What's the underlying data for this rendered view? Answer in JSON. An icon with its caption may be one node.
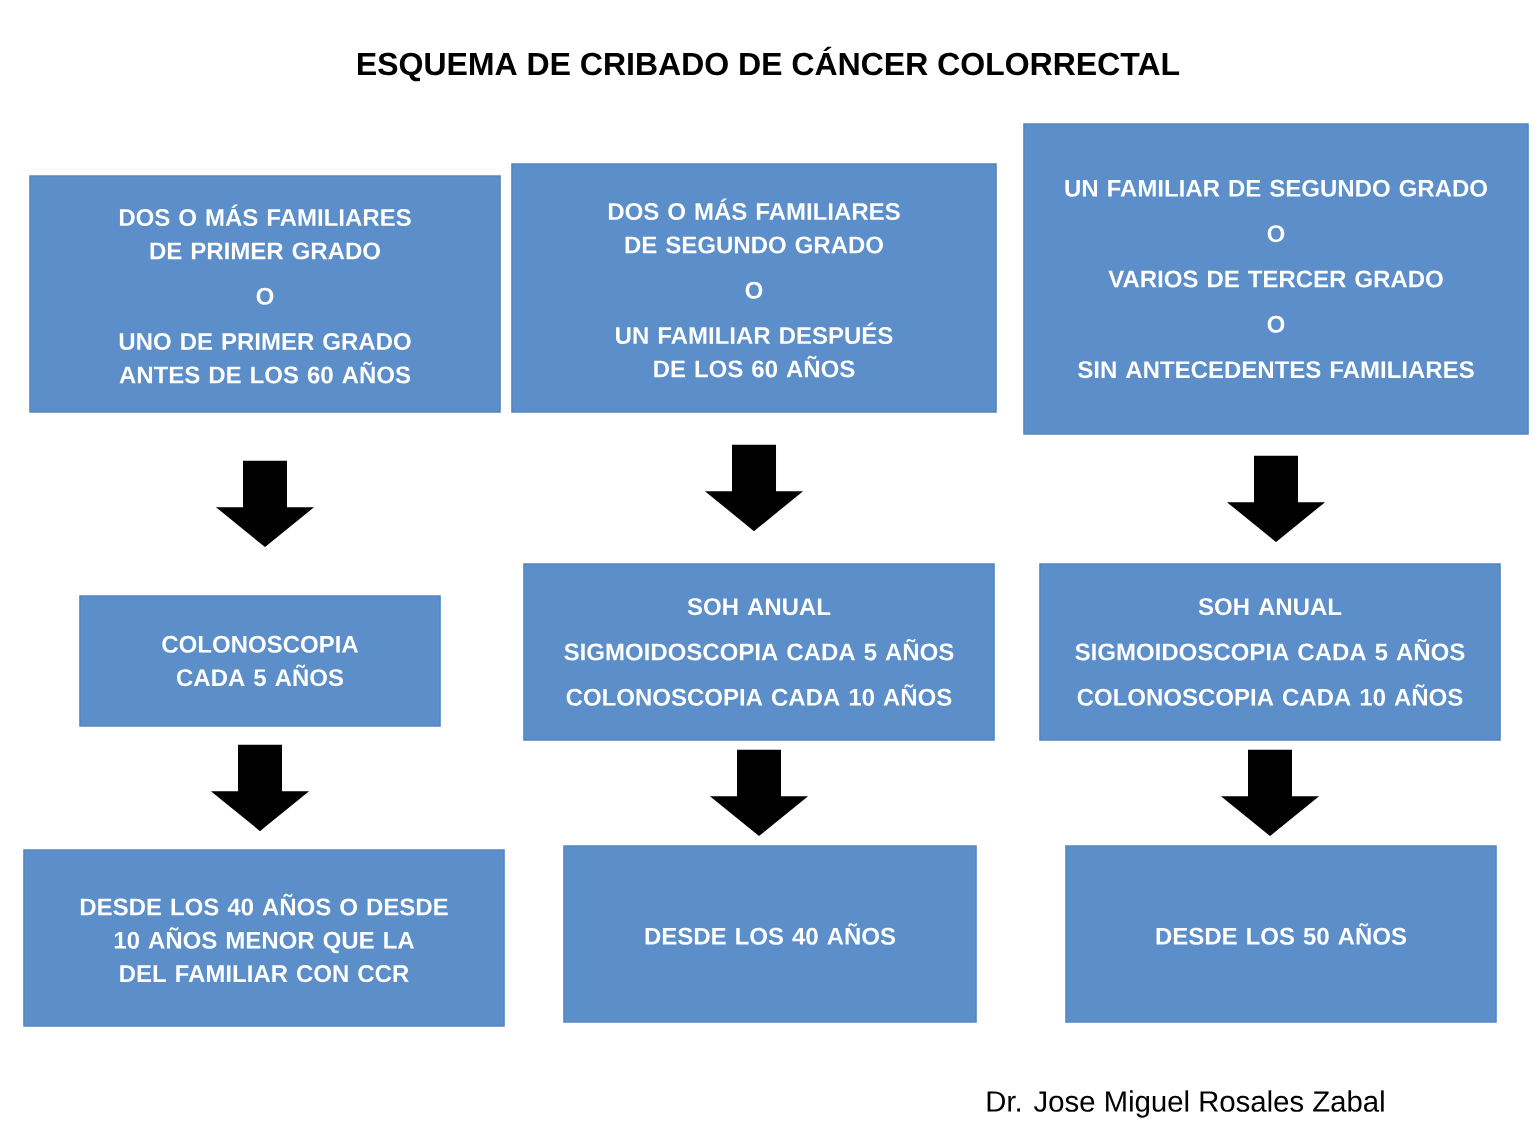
{
  "diagram": {
    "title": "ESQUEMA DE CRIBADO DE CÁNCER COLORRECTAL",
    "nodes": [
      {
        "text": [
          "DOS O MÁS FAMILIARES DE PRIMER GRADO",
          "O",
          "UNO DE PRIMER GRADO ANTES DE LOS 60 AÑOS"
        ]
      },
      {
        "text": [
          "DOS O MÁS FAMILIARES DE SEGUNDO GRADO",
          "O",
          "UN FAMILIAR DESPUÉS DE LOS 60 AÑOS"
        ]
      },
      {
        "text": [
          "UN FAMILIAR DE SEGUNDO GRADO",
          "O",
          "VARIOS DE TERCER GRADO",
          "O",
          "SIN ANTECEDENTES FAMILIARES"
        ]
      },
      {
        "text": [
          "COLONOSCOPIA CADA 5 AÑOS"
        ]
      },
      {
        "text": [
          "SOH ANUAL",
          "SIGMOIDOSCOPIA CADA 5 AÑOS",
          "COLONOSCOPIA CADA 10 AÑOS"
        ]
      },
      {
        "text": [
          "SOH ANUAL",
          "SIGMOIDOSCOPIA CADA 5 AÑOS",
          "COLONOSCOPIA CADA 10 AÑOS"
        ]
      },
      {
        "text": [
          "DESDE LOS 40 AÑOS O DESDE 10 AÑOS MENOR QUE LA DEL FAMILIAR CON CCR"
        ]
      },
      {
        "text": [
          "DESDE LOS 40 AÑOS"
        ]
      },
      {
        "text": [
          "DESDE LOS 50 AÑOS"
        ]
      }
    ],
    "edges": [
      {
        "from": 0,
        "to": 3,
        "arrow": "to"
      },
      {
        "from": 1,
        "to": 4,
        "arrow": "to"
      },
      {
        "from": 2,
        "to": 5,
        "arrow": "to"
      },
      {
        "from": 3,
        "to": 6,
        "arrow": "to"
      },
      {
        "from": 4,
        "to": 7,
        "arrow": "to"
      },
      {
        "from": 5,
        "to": 8,
        "arrow": "to"
      }
    ],
    "labels": [
      "Dr. Jose Miguel Rosales Zabal"
    ]
  }
}
